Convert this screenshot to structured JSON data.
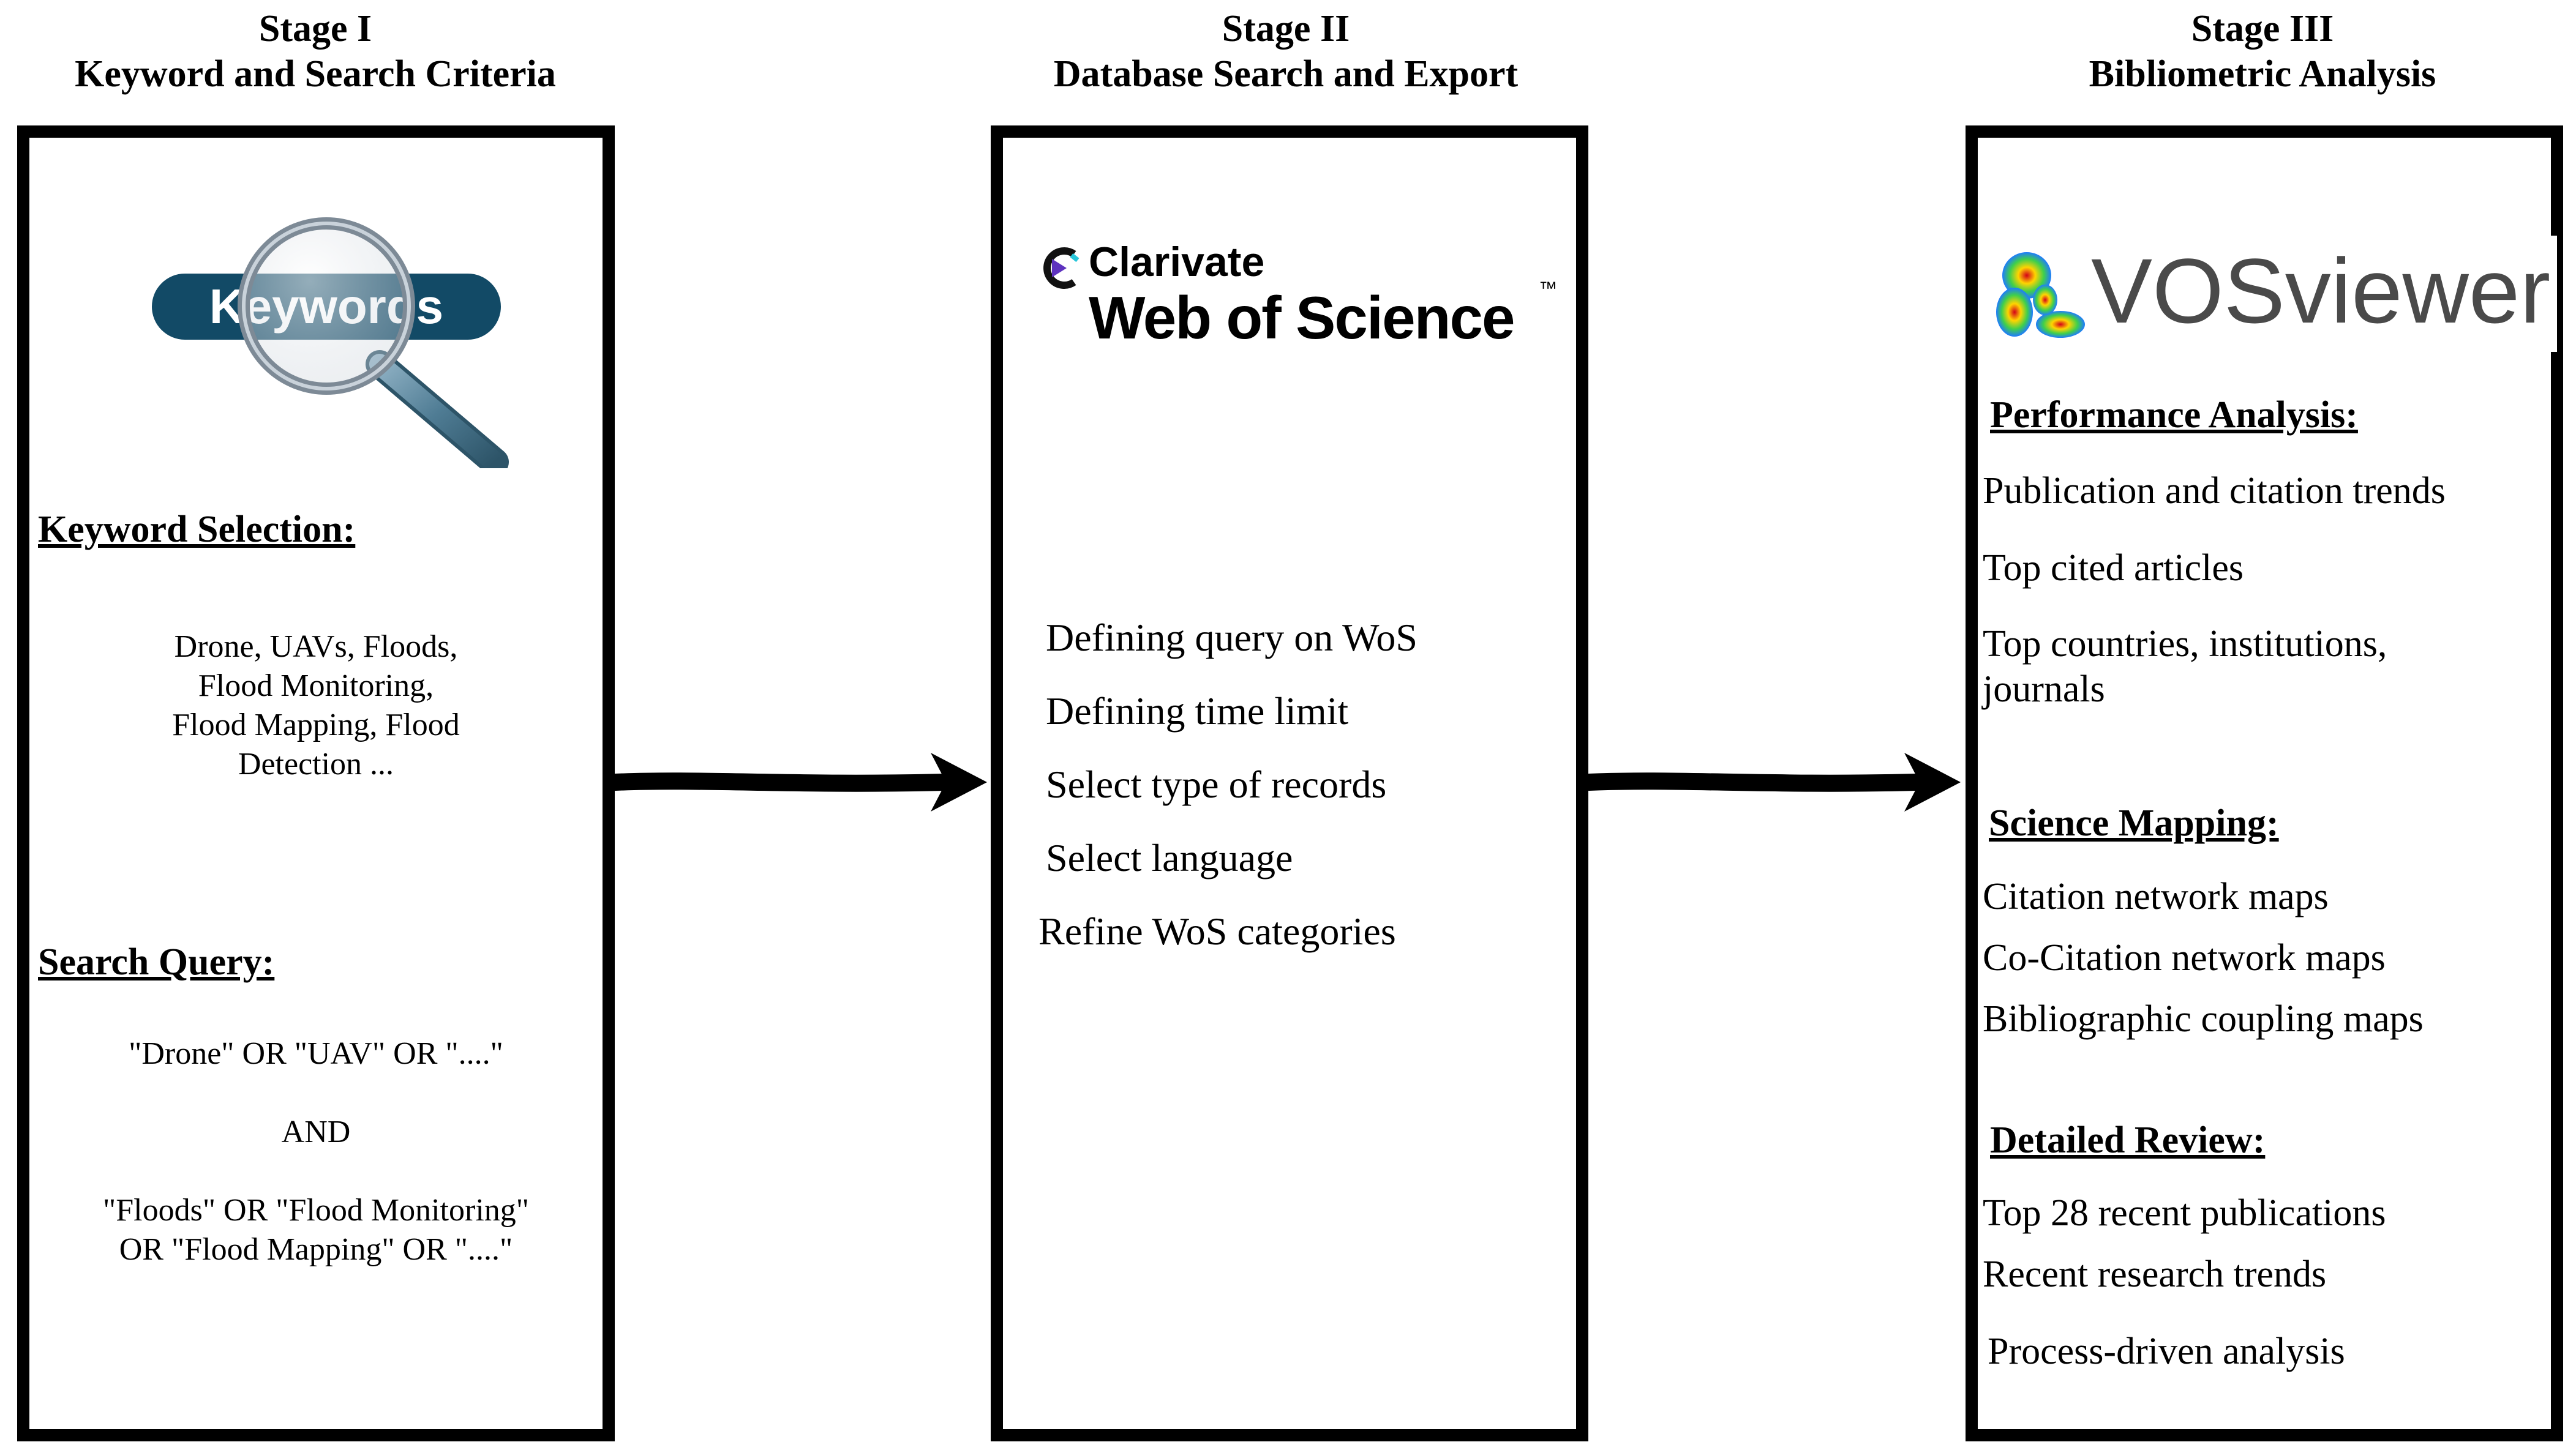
{
  "stages": [
    {
      "label": "Stage I",
      "title": "Keyword and Search Criteria"
    },
    {
      "label": "Stage II",
      "title": "Database Search and Export"
    },
    {
      "label": "Stage III",
      "title": "Bibliometric Analysis"
    }
  ],
  "stage1": {
    "logo_text": "Keywords",
    "keyword_heading": "Keyword Selection:",
    "keyword_lines": [
      "Drone, UAVs, Floods,",
      "Flood Monitoring,",
      "Flood Mapping, Flood",
      "Detection ..."
    ],
    "query_heading": "Search Query:",
    "query_line1": "\"Drone\" OR \"UAV\" OR \"....\"",
    "query_and": "AND",
    "query_line2a": "\"Floods\" OR \"Flood Monitoring\"",
    "query_line2b": "OR \"Flood Mapping\" OR \"....\""
  },
  "stage2": {
    "logo_brand": "Clarivate",
    "logo_product": "Web of Science",
    "logo_tm": "™",
    "steps": [
      "Defining query on WoS",
      "Defining time limit",
      "Select type of records",
      "Select language",
      "Refine WoS categories"
    ]
  },
  "stage3": {
    "logo_text": "VOSviewer",
    "performance_heading": "Performance Analysis:",
    "performance_items": [
      "Publication and citation trends",
      "Top cited articles",
      "Top countries, institutions,",
      "journals"
    ],
    "mapping_heading": "Science Mapping:",
    "mapping_items": [
      "Citation network maps",
      "Co-Citation network maps",
      "Bibliographic coupling maps"
    ],
    "review_heading": "Detailed Review:",
    "review_items": [
      "Top 28 recent publications",
      "Recent research trends",
      "Process-driven analysis"
    ]
  },
  "colors": {
    "keywords_pill": "#124a66",
    "clarivate_accent": "#5e33bf",
    "clarivate_accent2": "#26c6da",
    "vos_text": "#4a4a4a"
  }
}
